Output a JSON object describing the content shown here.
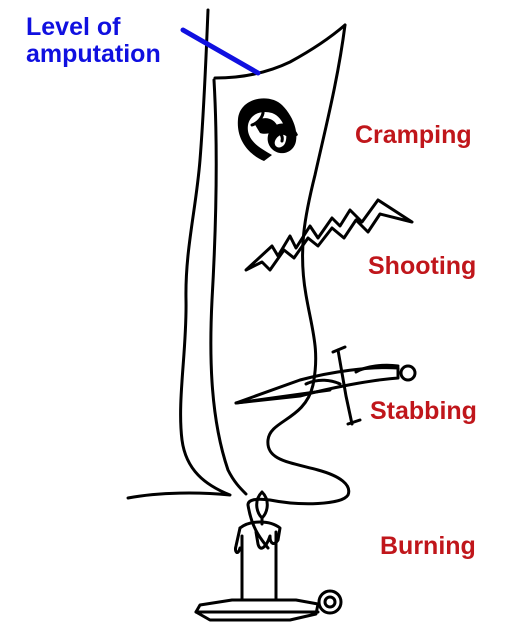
{
  "labels": {
    "amputation_line1": "Level of",
    "amputation_line2": "amputation",
    "cramping": "Cramping",
    "shooting": "Shooting",
    "stabbing": "Stabbing",
    "burning": "Burning"
  },
  "colors": {
    "amputation_label": "#1010e0",
    "pain_labels": "#c0161b",
    "indicator_line": "#1010e0",
    "outline": "#000000"
  },
  "icons": {
    "cramping": "knot-icon",
    "shooting": "lightning-bolt-icon",
    "stabbing": "knife-icon",
    "burning": "candle-icon"
  }
}
